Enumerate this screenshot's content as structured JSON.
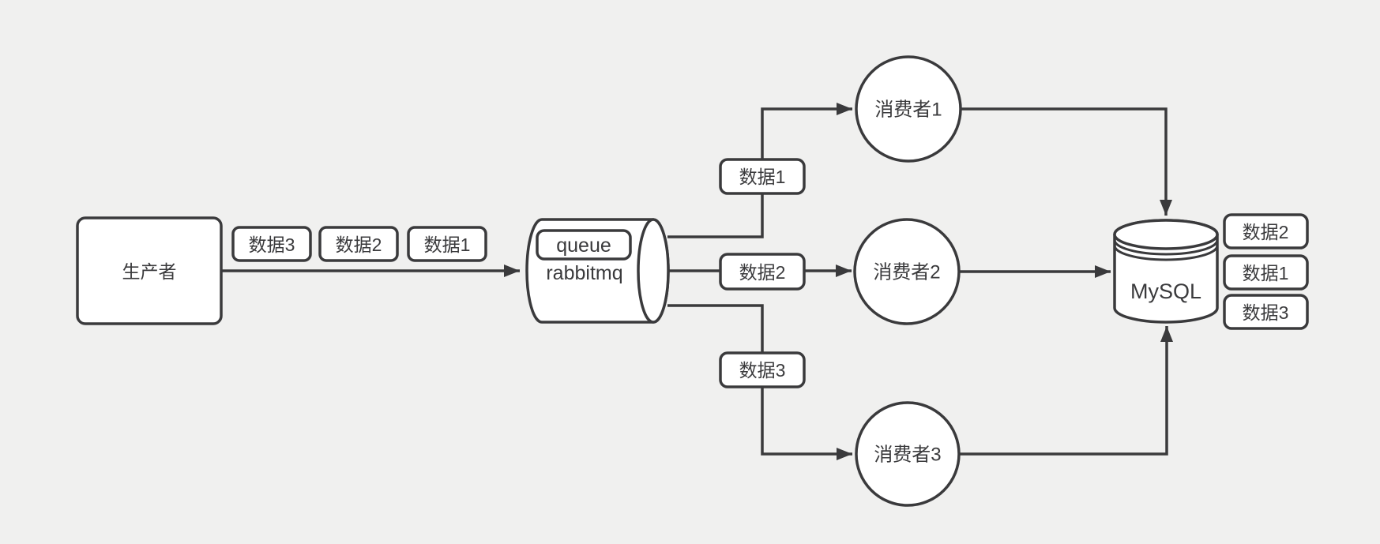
{
  "diagram": {
    "type": "rabbitmq-work-queue-flow",
    "producer": {
      "label": "生产者"
    },
    "pending_messages": [
      {
        "label": "数据3"
      },
      {
        "label": "数据2"
      },
      {
        "label": "数据1"
      }
    ],
    "queue": {
      "label": "queue",
      "sublabel": "rabbitmq"
    },
    "branches": [
      {
        "message": "数据1",
        "consumer": "消费者1"
      },
      {
        "message": "数据2",
        "consumer": "消费者2"
      },
      {
        "message": "数据3",
        "consumer": "消费者3"
      }
    ],
    "database": {
      "label": "MySQL"
    },
    "stored_messages": [
      {
        "label": "数据2"
      },
      {
        "label": "数据1"
      },
      {
        "label": "数据3"
      }
    ],
    "colors": {
      "background": "#f0f0ef",
      "stroke": "#3a3a3c",
      "shape_fill": "#ffffff",
      "text": "#3a3a3c"
    }
  }
}
